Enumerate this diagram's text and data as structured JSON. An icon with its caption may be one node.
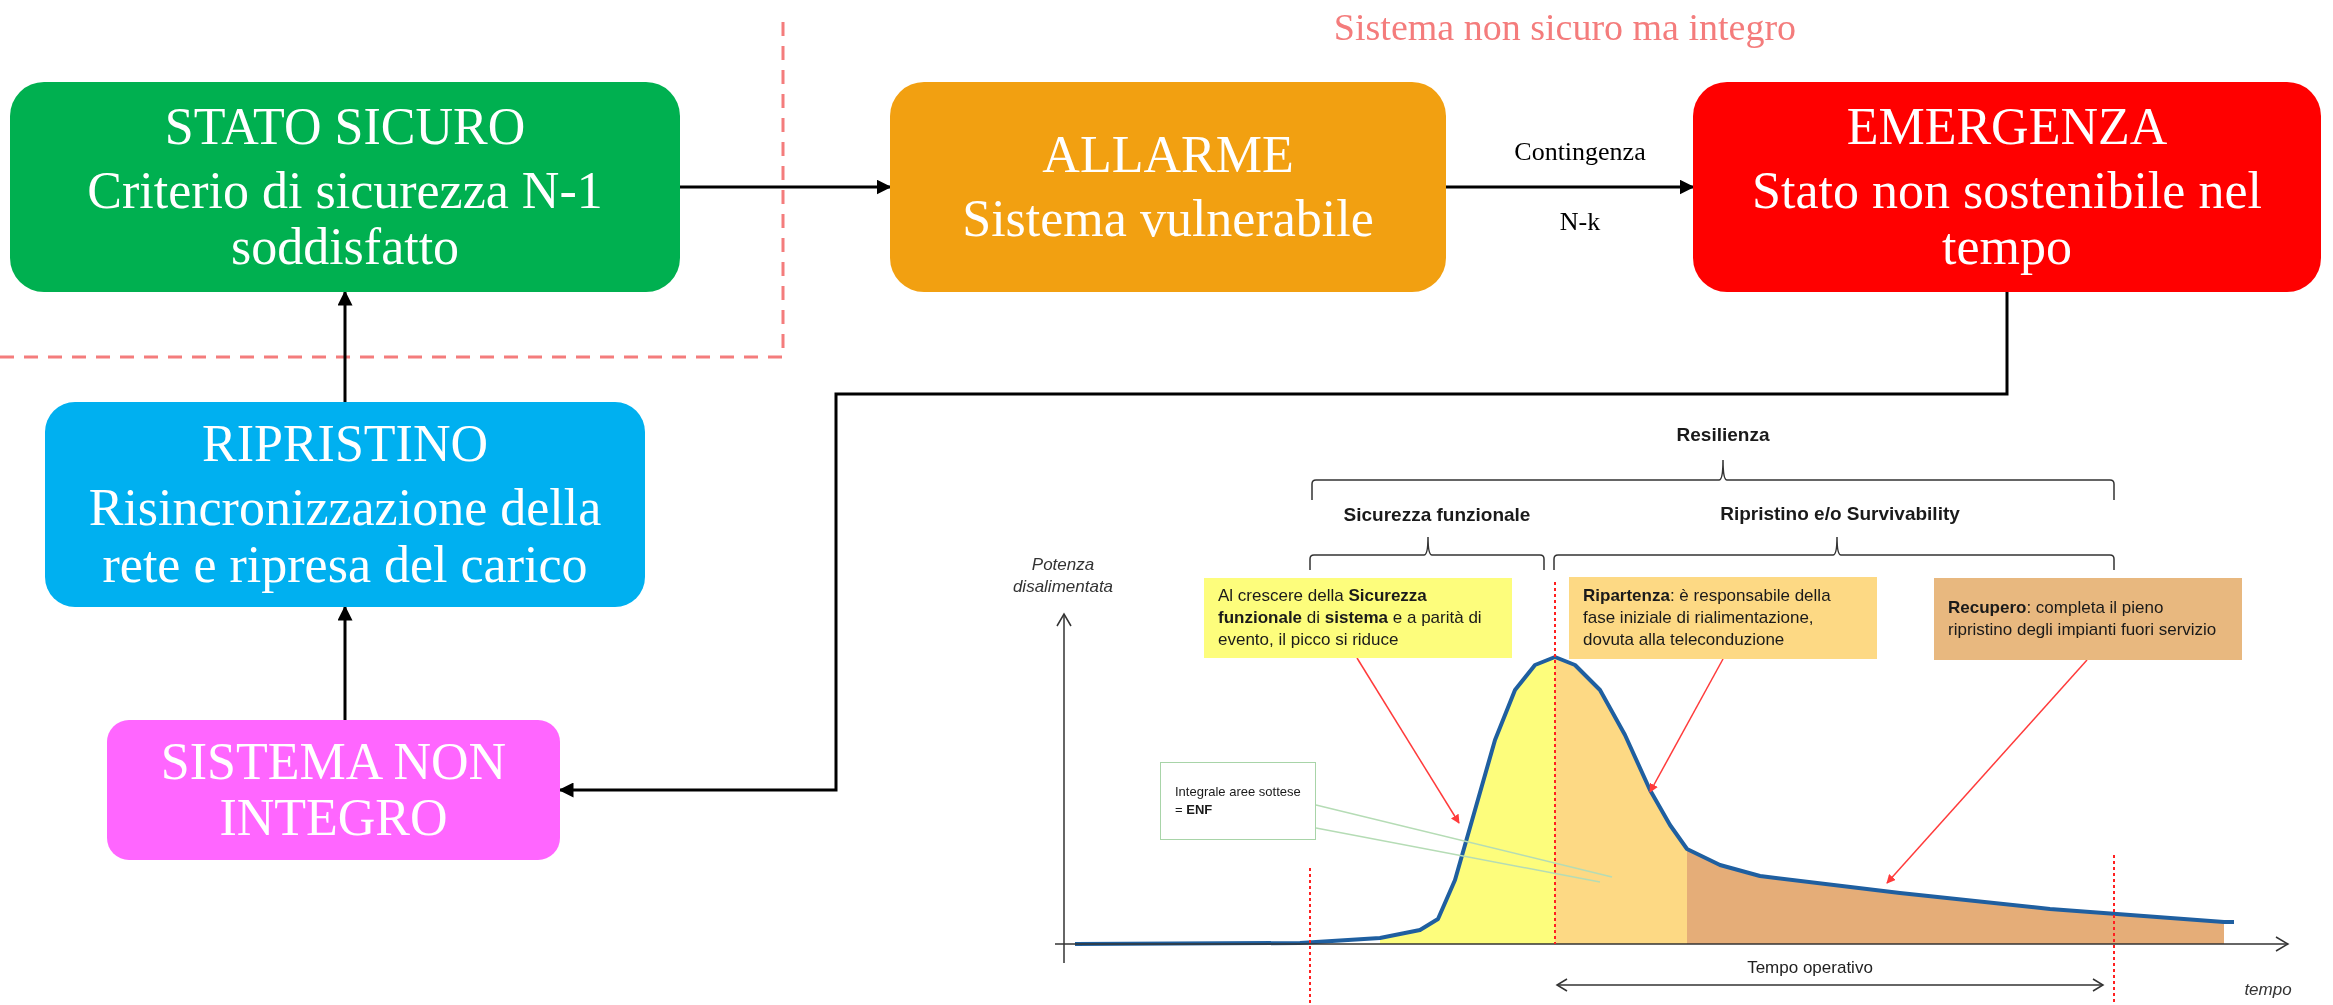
{
  "diagram": {
    "nodes": [
      {
        "text": [
          "STATO SICURO",
          "Criterio di sicurezza N-1 soddisfatto"
        ]
      },
      {
        "text": [
          "ALLARME",
          "Sistema vulnerabile"
        ]
      },
      {
        "text": [
          "EMERGENZA",
          "Stato non sostenibile nel tempo"
        ]
      },
      {
        "text": [
          "RIPRISTINO",
          "Risincronizzazione della rete e ripresa del carico"
        ]
      },
      {
        "text": [
          "SISTEMA NON INTEGRO"
        ]
      },
      {
        "text": [
          "Al crescere della **Sicurezza funzionale** di **sistema** e a parità di evento, il picco si riduce"
        ]
      },
      {
        "text": [
          "**Ripartenza**: è responsabile della fase iniziale di rialimentazione, dovuta alla teleconduzione"
        ]
      },
      {
        "text": [
          "**Recupero**: completa il pieno ripristino degli impianti fuori servizio"
        ]
      },
      {
        "text": [
          "Integrale aree sottese = **ENF**"
        ]
      }
    ],
    "edges": [
      {
        "from": 0,
        "to": 1,
        "arrow": "to"
      },
      {
        "from": 1,
        "to": 2,
        "arrow": "to",
        "label": "Contingenza"
      },
      {
        "from": 2,
        "to": 4,
        "arrow": "to"
      },
      {
        "from": 4,
        "to": 3,
        "arrow": "to"
      },
      {
        "from": 3,
        "to": 0,
        "arrow": "to"
      },
      {
        "from": 5,
        "to": null,
        "arrow": "to",
        "color": "#ff3b3b"
      },
      {
        "from": 6,
        "to": null,
        "arrow": "to",
        "color": "#ff3b3b"
      },
      {
        "from": 7,
        "to": null,
        "arrow": "to",
        "color": "#ff3b3b"
      },
      {
        "from": 8,
        "to": null,
        "arrow": "none",
        "color": "#b5dcb5"
      },
      {
        "from": 8,
        "to": null,
        "arrow": "none",
        "color": "#b5dcb5"
      }
    ],
    "labels": [
      "Sistema non sicuro ma integro",
      "N-k",
      "Resilienza",
      "Sicurezza funzionale",
      "Ripristino e/o Survivability",
      "Potenza disalimentata",
      "tempo",
      "Tempo operativo"
    ]
  }
}
